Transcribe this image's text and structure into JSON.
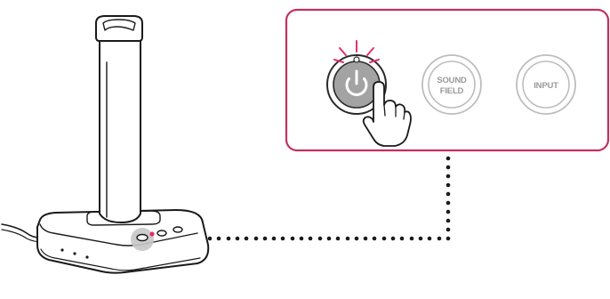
{
  "callout": {
    "border_color": "#c0325f",
    "buttons": [
      {
        "icon": "power-icon",
        "label": "",
        "state": "pressed"
      },
      {
        "icon": "",
        "label_line1": "SOUND",
        "label_line2": "FIELD"
      },
      {
        "icon": "",
        "label": "INPUT"
      }
    ]
  },
  "device": {
    "status_light_color": "#e0306a"
  },
  "colors": {
    "line": "#1a1a1a",
    "highlight_ring": "#c7c7c7",
    "press_rays": "#e0306a"
  }
}
